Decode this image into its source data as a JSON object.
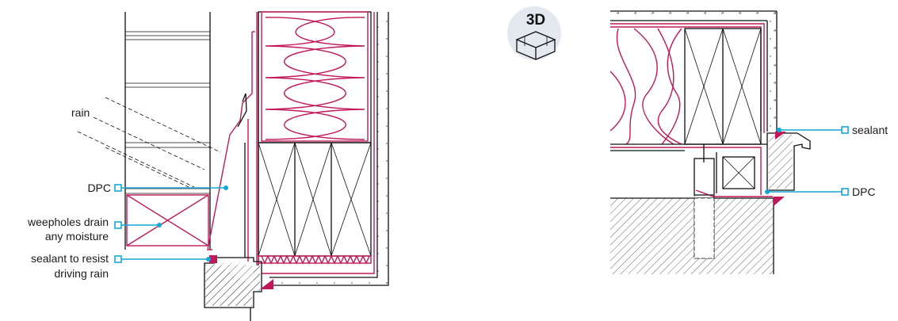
{
  "badge": {
    "text": "3D",
    "icon": "3d-box-icon"
  },
  "left_detail": {
    "rain_label": "rain",
    "callouts": [
      {
        "lines": [
          "DPC"
        ]
      },
      {
        "lines": [
          "weepholes drain",
          "any moisture"
        ]
      },
      {
        "lines": [
          "sealant to resist",
          "driving rain"
        ]
      }
    ]
  },
  "right_detail": {
    "callouts": [
      {
        "lines": [
          "sealant"
        ]
      },
      {
        "lines": [
          "DPC"
        ]
      }
    ]
  },
  "colors": {
    "membrane": "#c0185a",
    "leader": "#13a9d6",
    "line": "#111111",
    "badge_bg": "#e3e9ee"
  }
}
